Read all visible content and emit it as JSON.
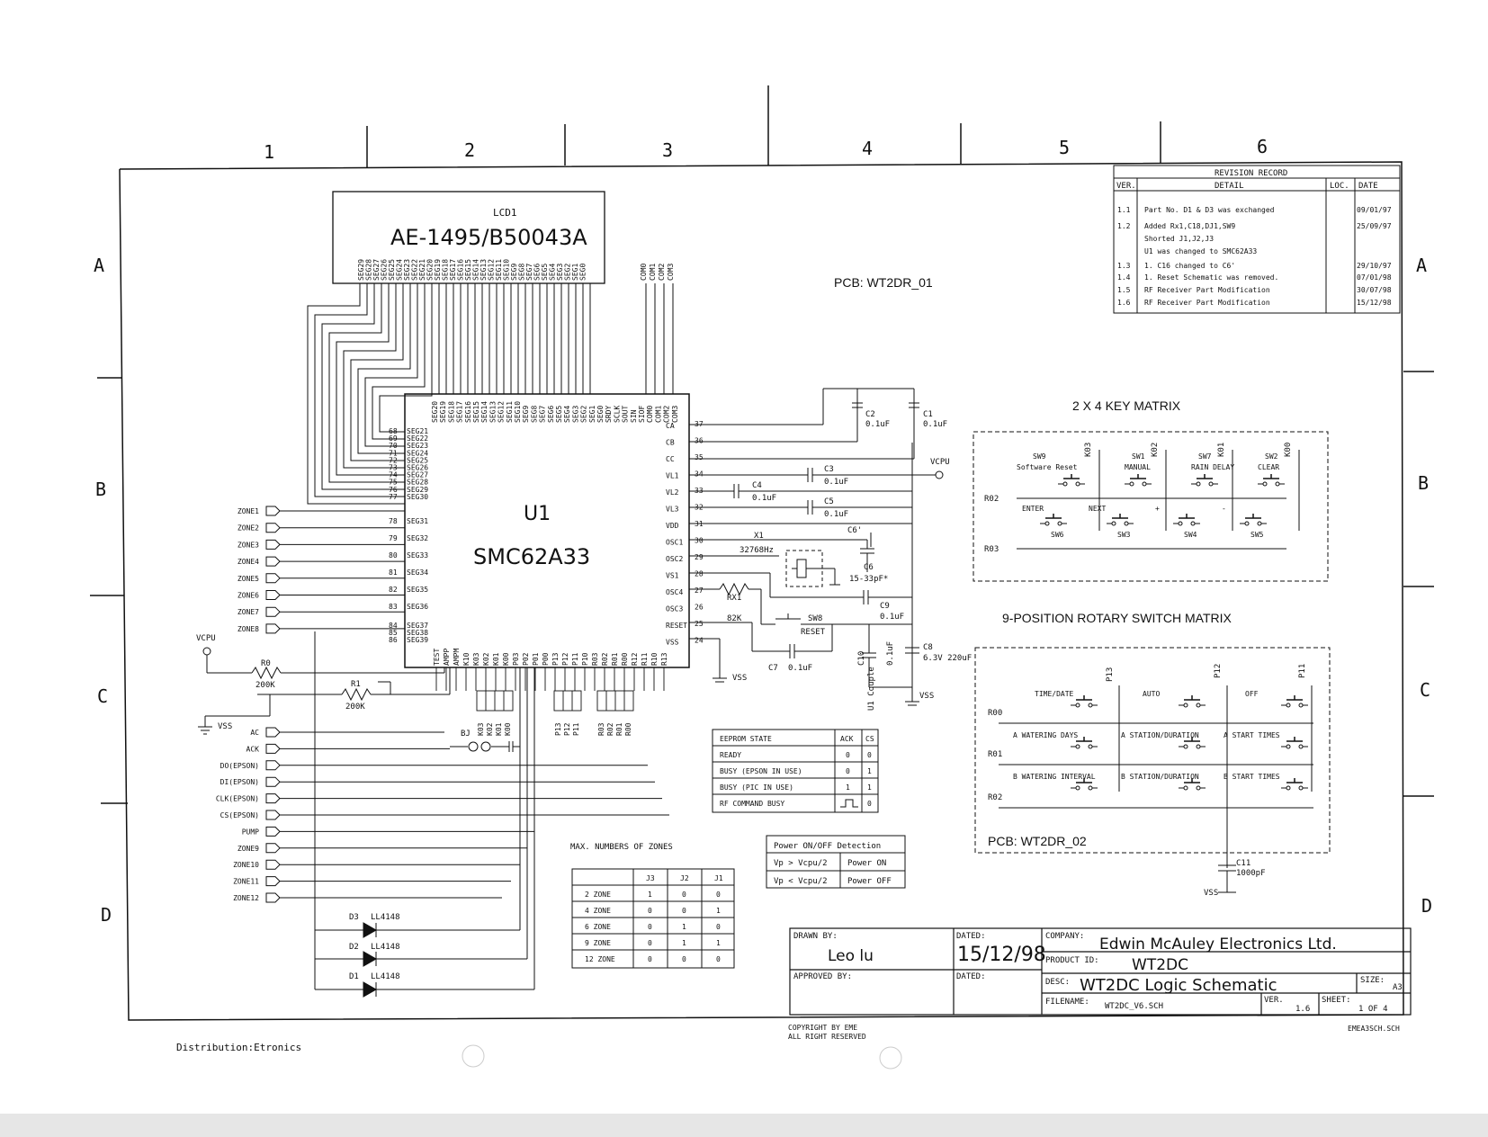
{
  "columns": [
    "1",
    "2",
    "3",
    "4",
    "5",
    "6"
  ],
  "rows": [
    "A",
    "B",
    "C",
    "D"
  ],
  "lcd": {
    "ref": "LCD1",
    "part": "AE-1495/B50043A",
    "seg_pins": [
      "SEG29",
      "SEG28",
      "SEG27",
      "SEG26",
      "SEG25",
      "SEG24",
      "SEG23",
      "SEG22",
      "SEG21",
      "SEG20",
      "SEG19",
      "SEG18",
      "SEG17",
      "SEG16",
      "SEG15",
      "SEG14",
      "SEG13",
      "SEG12",
      "SEG11",
      "SEG10",
      "SEG9",
      "SEG8",
      "SEG7",
      "SEG6",
      "SEG5",
      "SEG4",
      "SEG3",
      "SEG2",
      "SEG1",
      "SEG0"
    ],
    "com_pins": [
      "COM0",
      "COM1",
      "COM2",
      "COM3"
    ]
  },
  "pcb1": "PCB: WT2DR_01",
  "pcb2": "PCB: WT2DR_02",
  "mcu": {
    "ref": "U1",
    "part": "SMC62A33",
    "left_pins": [
      {
        "num": "68",
        "name": "SEG21"
      },
      {
        "num": "69",
        "name": "SEG22"
      },
      {
        "num": "70",
        "name": "SEG23"
      },
      {
        "num": "71",
        "name": "SEG24"
      },
      {
        "num": "72",
        "name": "SEG25"
      },
      {
        "num": "73",
        "name": "SEG26"
      },
      {
        "num": "74",
        "name": "SEG27"
      },
      {
        "num": "75",
        "name": "SEG28"
      },
      {
        "num": "76",
        "name": "SEG29"
      },
      {
        "num": "77",
        "name": "SEG30"
      },
      {
        "num": "78",
        "name": "SEG31"
      },
      {
        "num": "79",
        "name": "SEG32"
      },
      {
        "num": "80",
        "name": "SEG33"
      },
      {
        "num": "81",
        "name": "SEG34"
      },
      {
        "num": "82",
        "name": "SEG35"
      },
      {
        "num": "83",
        "name": "SEG36"
      },
      {
        "num": "84",
        "name": "SEG37"
      },
      {
        "num": "85",
        "name": "SEG38"
      },
      {
        "num": "86",
        "name": "SEG39"
      }
    ],
    "right_pins": [
      {
        "num": "37",
        "name": "CA"
      },
      {
        "num": "36",
        "name": "CB"
      },
      {
        "num": "35",
        "name": "CC"
      },
      {
        "num": "34",
        "name": "VL1"
      },
      {
        "num": "33",
        "name": "VL2"
      },
      {
        "num": "32",
        "name": "VL3"
      },
      {
        "num": "31",
        "name": "VDD"
      },
      {
        "num": "30",
        "name": "OSC1"
      },
      {
        "num": "29",
        "name": "OSC2"
      },
      {
        "num": "28",
        "name": "VS1"
      },
      {
        "num": "27",
        "name": "OSC4"
      },
      {
        "num": "26",
        "name": "OSC3"
      },
      {
        "num": "25",
        "name": "RESET"
      },
      {
        "num": "24",
        "name": "VSS"
      }
    ],
    "top_pins": [
      "SEG20",
      "SEG19",
      "SEG18",
      "SEG17",
      "SEG16",
      "SEG15",
      "SEG14",
      "SEG13",
      "SEG12",
      "SEG11",
      "SEG10",
      "SEG9",
      "SEG8",
      "SEG7",
      "SEG6",
      "SEG5",
      "SEG4",
      "SEG3",
      "SEG2",
      "SEG1",
      "SEG0",
      "SRDY",
      "SCLK",
      "SOUT",
      "SIN",
      "SIOF",
      "COM0",
      "COM1",
      "COM2",
      "COM3"
    ],
    "bottom_pins": [
      "TEST",
      "AMPP",
      "AMPM",
      "K10",
      "K03",
      "K02",
      "K01",
      "K00",
      "P03",
      "P02",
      "P01",
      "P00",
      "P13",
      "P12",
      "P11",
      "P10",
      "R03",
      "R02",
      "R01",
      "R00",
      "R12",
      "R11",
      "R10",
      "R13"
    ]
  },
  "inputs": [
    "ZONE1",
    "ZONE2",
    "ZONE3",
    "ZONE4",
    "ZONE5",
    "ZONE6",
    "ZONE7",
    "ZONE8"
  ],
  "outputs": [
    "AC",
    "ACK",
    "DO(EPSON)",
    "DI(EPSON)",
    "CLK(EPSON)",
    "CS(EPSON)",
    "PUMP",
    "ZONE9",
    "ZONE10",
    "ZONE11",
    "ZONE12"
  ],
  "power": {
    "vcpu": "VCPU",
    "vss": "VSS"
  },
  "resistors": [
    {
      "ref": "R0",
      "value": "200K"
    },
    {
      "ref": "R1",
      "value": "200K"
    },
    {
      "ref": "RX1",
      "value": "82K"
    }
  ],
  "caps": [
    {
      "ref": "C1",
      "value": "0.1uF"
    },
    {
      "ref": "C2",
      "value": "0.1uF"
    },
    {
      "ref": "C3",
      "value": "0.1uF"
    },
    {
      "ref": "C4",
      "value": "0.1uF"
    },
    {
      "ref": "C5",
      "value": "0.1uF"
    },
    {
      "ref": "C6'",
      "value": ""
    },
    {
      "ref": "C6",
      "value": "15-33pF*"
    },
    {
      "ref": "C9",
      "value": "0.1uF"
    },
    {
      "ref": "C7",
      "value": "0.1uF"
    },
    {
      "ref": "C10",
      "value": "0.1uF"
    },
    {
      "ref": "C8",
      "value": "6.3V 220uF"
    },
    {
      "ref": "C11",
      "value": "1000pF"
    }
  ],
  "crystal": {
    "ref": "X1",
    "value": "32768Hz"
  },
  "reset_switch": {
    "ref": "SW8",
    "label": "RESET"
  },
  "u1couple": "U1 Couple",
  "buzzer": "BJ",
  "diodes": [
    {
      "ref": "D3",
      "part": "LL4148"
    },
    {
      "ref": "D2",
      "part": "LL4148"
    },
    {
      "ref": "D1",
      "part": "LL4148"
    }
  ],
  "bottom_labels": {
    "k": [
      "K03",
      "K02",
      "K01",
      "K00"
    ],
    "p": [
      "P13",
      "P12",
      "P11"
    ],
    "r": [
      "R03",
      "R02",
      "R01",
      "R00"
    ]
  },
  "revision": {
    "title": "REVISION RECORD",
    "headers": [
      "VER.",
      "DETAIL",
      "LOC.",
      "DATE"
    ],
    "rows": [
      {
        "ver": "1.1",
        "detail": "Part No. D1 & D3 was exchanged",
        "date": "09/01/97"
      },
      {
        "ver": "1.2",
        "detail": "Added Rx1,C18,DJ1,SW9",
        "date": "25/09/97"
      },
      {
        "ver": "",
        "detail": "Shorted J1,J2,J3",
        "date": ""
      },
      {
        "ver": "",
        "detail": "U1 was changed to SMC62A33",
        "date": ""
      },
      {
        "ver": "1.3",
        "detail": "1. C16 changed to C6'",
        "date": "29/10/97"
      },
      {
        "ver": "1.4",
        "detail": "1. Reset Schematic was removed.",
        "date": "07/01/98"
      },
      {
        "ver": "1.5",
        "detail": "RF Receiver Part Modification",
        "date": "30/07/98"
      },
      {
        "ver": "1.6",
        "detail": "RF Receiver Part Modification",
        "date": "15/12/98"
      }
    ]
  },
  "key_matrix": {
    "title": "2 X 4 KEY MATRIX",
    "rows": [
      "R02",
      "R03"
    ],
    "cols": [
      "K03",
      "K02",
      "K01",
      "K00"
    ],
    "switches_top": [
      {
        "ref": "SW9",
        "label": "Software Reset"
      },
      {
        "ref": "SW1",
        "label": "MANUAL"
      },
      {
        "ref": "SW7",
        "label": "RAIN DELAY"
      },
      {
        "ref": "SW2",
        "label": "CLEAR"
      }
    ],
    "switches_bottom": [
      {
        "ref": "SW6",
        "label": "ENTER"
      },
      {
        "ref": "SW3",
        "label": "NEXT"
      },
      {
        "ref": "SW4",
        "label": "+"
      },
      {
        "ref": "SW5",
        "label": "-"
      }
    ]
  },
  "rotary": {
    "title": "9-POSITION ROTARY SWITCH MATRIX",
    "rows": [
      "R00",
      "R01",
      "R02"
    ],
    "cols": [
      "P13",
      "P12",
      "P11"
    ],
    "labels": [
      [
        "TIME/DATE",
        "AUTO",
        "OFF"
      ],
      [
        "A WATERING DAYS",
        "A STATION/DURATION",
        "A START TIMES"
      ],
      [
        "B WATERING INTERVAL",
        "B STATION/DURATION",
        "B START TIMES"
      ]
    ]
  },
  "eeprom": {
    "headers": [
      "EEPROM STATE",
      "ACK",
      "CS"
    ],
    "rows": [
      [
        "READY",
        "0",
        "0"
      ],
      [
        "BUSY (EPSON IN USE)",
        "0",
        "1"
      ],
      [
        "BUSY (PIC IN USE)",
        "1",
        "1"
      ],
      [
        "RF COMMAND BUSY",
        "",
        "0"
      ]
    ]
  },
  "power_detect": {
    "title": "Power ON/OFF Detection",
    "rows": [
      [
        "Vp > Vcpu/2",
        "Power ON"
      ],
      [
        "Vp < Vcpu/2",
        "Power OFF"
      ]
    ]
  },
  "zones": {
    "title": "MAX. NUMBERS OF ZONES",
    "headers": [
      "",
      "J3",
      "J2",
      "J1"
    ],
    "rows": [
      [
        "2 ZONE",
        "1",
        "0",
        "0"
      ],
      [
        "4 ZONE",
        "0",
        "0",
        "1"
      ],
      [
        "6 ZONE",
        "0",
        "1",
        "0"
      ],
      [
        "9 ZONE",
        "0",
        "1",
        "1"
      ],
      [
        "12 ZONE",
        "0",
        "0",
        "0"
      ]
    ]
  },
  "title_block": {
    "drawn_by_label": "DRAWN BY:",
    "drawn_by": "Leo lu",
    "dated_label": "DATED:",
    "dated": "15/12/98",
    "company_label": "COMPANY:",
    "company": "Edwin McAuley Electronics Ltd.",
    "product_label": "PRODUCT ID:",
    "product": "WT2DC",
    "approved_label": "APPROVED BY:",
    "dated2_label": "DATED:",
    "desc_label": "DESC:",
    "desc": "WT2DC Logic Schematic",
    "size_label": "SIZE:",
    "size": "A3",
    "filename_label": "FILENAME:",
    "filename": "WT2DC_V6.SCH",
    "ver_label": "VER.",
    "ver": "1.6",
    "sheet_label": "SHEET:",
    "sheet": "1  OF  4"
  },
  "copyright": [
    "COPYRIGHT BY EME",
    "ALL RIGHT RESERVED"
  ],
  "file_ref": "EMEA3SCH.SCH",
  "distribution": "Distribution:Etronics"
}
